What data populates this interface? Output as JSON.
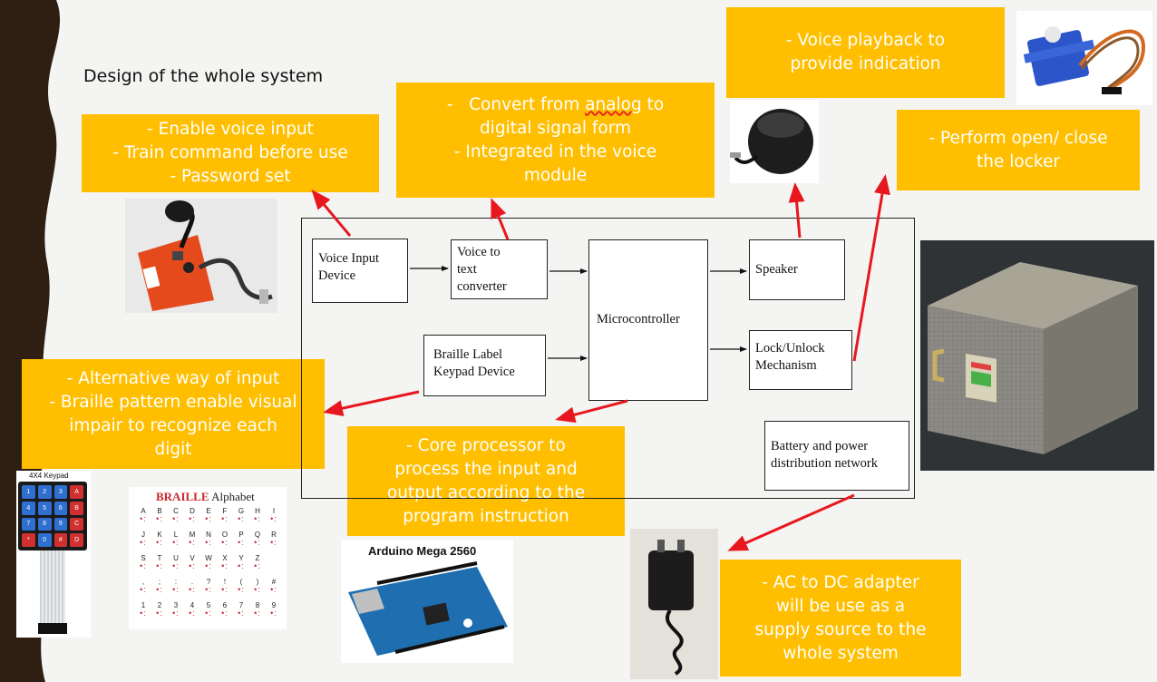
{
  "slide": {
    "title": "Design of the whole system"
  },
  "callouts": {
    "voice_input": [
      "-   Enable voice input",
      "-   Train command before use",
      "-   Password set"
    ],
    "converter": [
      "-   Convert from analog to",
      "digital signal form",
      "-   Integrated in the voice",
      "module"
    ],
    "playback": [
      "-   Voice playback to",
      "provide indication"
    ],
    "locker": [
      "-   Perform open/ close",
      "the locker"
    ],
    "keypad": [
      "-   Alternative way of input",
      "-   Braille pattern enable visual",
      "impair to recognize each",
      "digit"
    ],
    "processor": [
      "-   Core processor to",
      "process the input and",
      "output according to the",
      "program instruction"
    ],
    "adapter": [
      "-   AC to DC adapter",
      "will be use as a",
      "supply source to the",
      "whole system"
    ]
  },
  "blocks": {
    "voice_input_device": [
      "Voice Input",
      "Device"
    ],
    "voice_to_text": [
      "Voice to",
      "text",
      "converter"
    ],
    "microcontroller": [
      "Microcontroller"
    ],
    "speaker": [
      "Speaker"
    ],
    "braille_keypad": [
      "Braille Label",
      "Keypad Device"
    ],
    "lock_mechanism": [
      "Lock/Unlock",
      "Mechanism"
    ],
    "battery": [
      "Battery and power",
      "distribution network"
    ]
  },
  "photos": {
    "keypad_label": "4X4 Keypad",
    "keypad_keys": [
      "1",
      "2",
      "3",
      "A",
      "4",
      "5",
      "6",
      "B",
      "7",
      "8",
      "9",
      "C",
      "*",
      "0",
      "#",
      "D"
    ],
    "braille_title_red": "BRAILLE",
    "braille_title_black": "Alphabet",
    "braille_rows": [
      [
        "A",
        "B",
        "C",
        "D",
        "E",
        "F",
        "G",
        "H",
        "I"
      ],
      [
        "J",
        "K",
        "L",
        "M",
        "N",
        "O",
        "P",
        "Q",
        "R"
      ],
      [
        "S",
        "T",
        "U",
        "V",
        "W",
        "X",
        "Y",
        "Z",
        ""
      ],
      [
        ",",
        ";",
        ":",
        ".",
        "?",
        "!",
        "(",
        ")",
        "#"
      ],
      [
        "1",
        "2",
        "3",
        "4",
        "5",
        "6",
        "7",
        "8",
        "9"
      ]
    ],
    "arduino_title": "Arduino Mega 2560"
  },
  "colors": {
    "callout": "#ffbf00",
    "arrow_red": "#e8171f",
    "band_dark": "#2e1f12"
  }
}
